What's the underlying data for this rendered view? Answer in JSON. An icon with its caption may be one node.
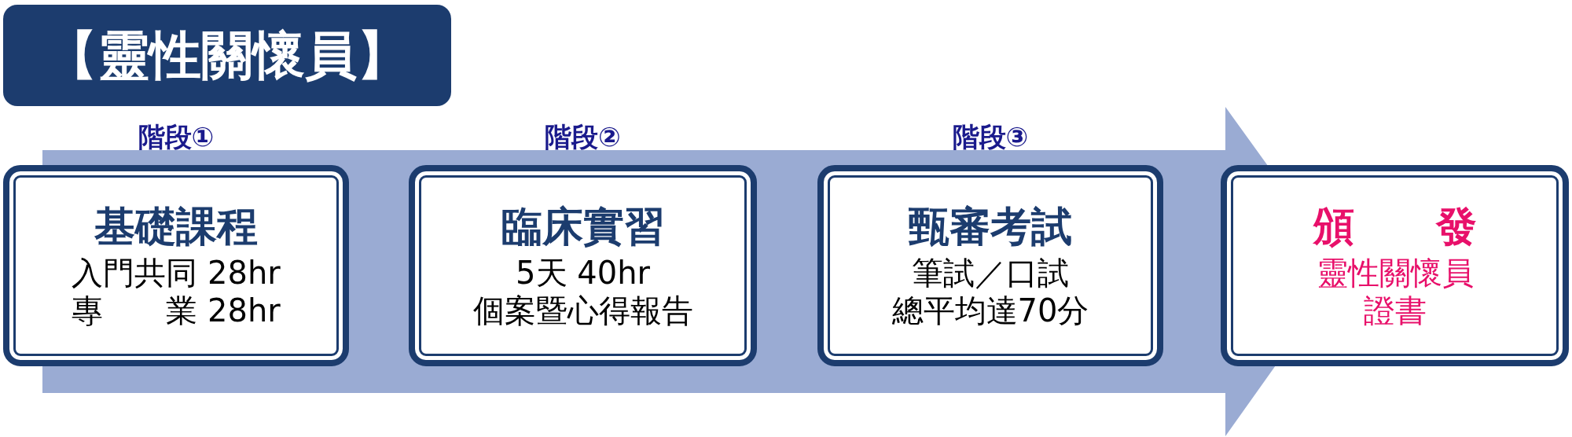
{
  "diagram": {
    "title": "【靈性關懷員】",
    "nodes": [
      {
        "text": [
          "基礎課程",
          "入門共同 28hr",
          "專　　業 28hr"
        ],
        "beside": [
          "階段①"
        ]
      },
      {
        "text": [
          "臨床實習",
          "5天 40hr",
          "個案暨心得報告"
        ],
        "beside": [
          "階段②"
        ]
      },
      {
        "text": [
          "甄審考試",
          "筆試／口試",
          "總平均達70分"
        ],
        "beside": [
          "階段③"
        ]
      },
      {
        "text": [
          "頒　　發",
          "靈性關懷員",
          "證書"
        ]
      }
    ]
  }
}
